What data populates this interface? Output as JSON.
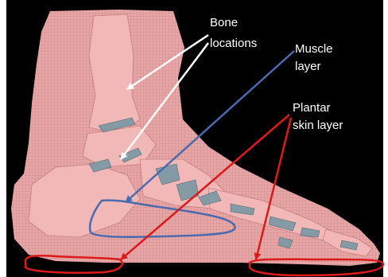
{
  "colors": {
    "background": "#ffffff",
    "scene": "#000000",
    "skin": "#e8a6a6",
    "mesh": "#9a5c5c",
    "bone": "#f2b8b8",
    "tendon": "#7f9aa4",
    "bone_arrow": "#ffffff",
    "muscle_outline": "#4a6ab0",
    "plantar_outline": "#dd1a1a"
  },
  "labels": {
    "bone": [
      "Bone",
      "locations"
    ],
    "muscle": [
      "Muscle",
      "layer"
    ],
    "plantar": [
      "Plantar",
      "skin layer"
    ]
  }
}
